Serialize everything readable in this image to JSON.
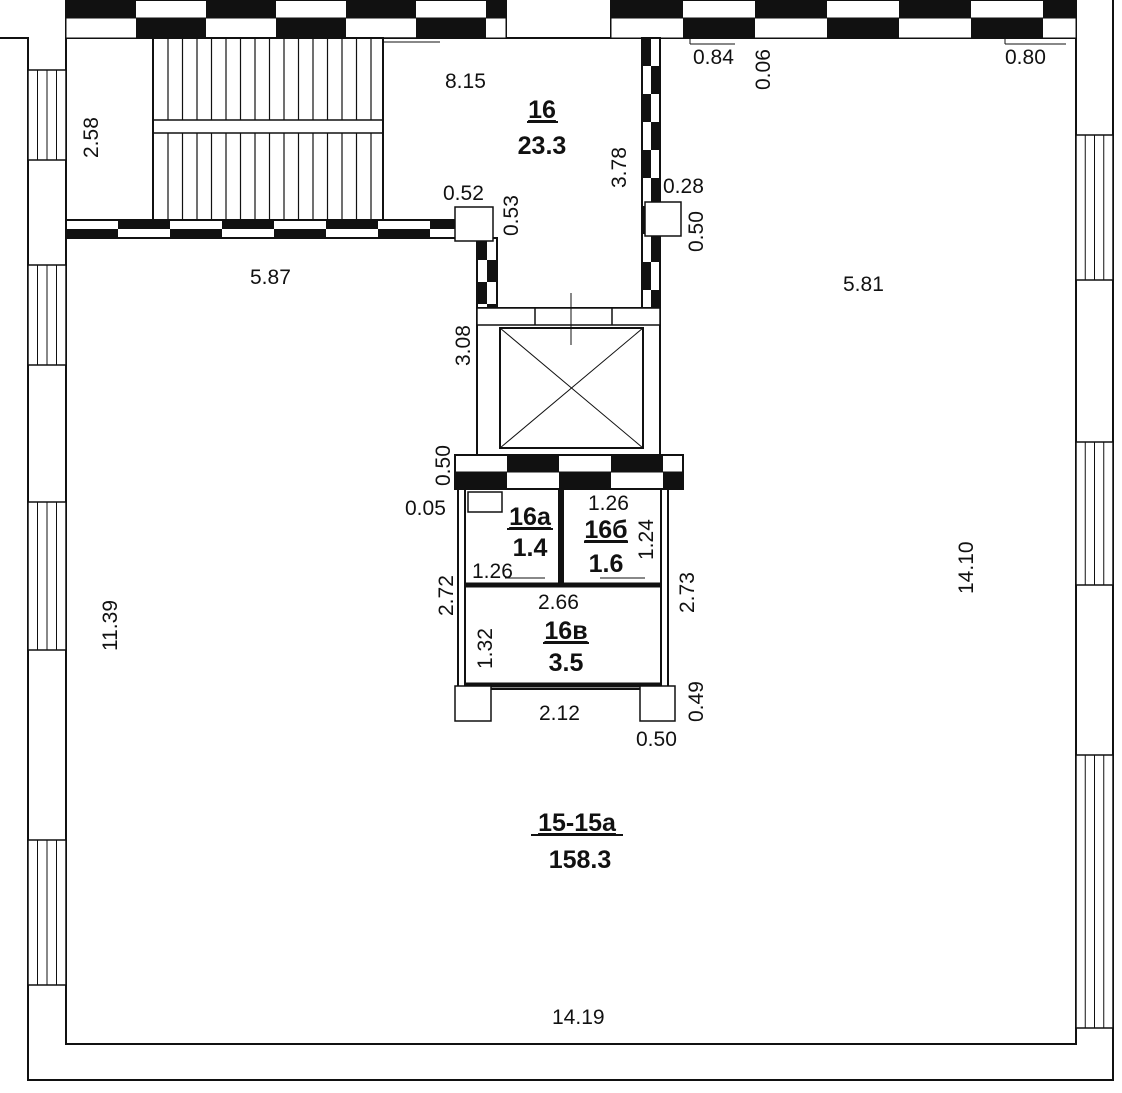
{
  "rooms": [
    {
      "id": "16",
      "area": "23.3"
    },
    {
      "id": "16а",
      "area": "1.4"
    },
    {
      "id": "16б",
      "area": "1.6"
    },
    {
      "id": "16в",
      "area": "3.5"
    },
    {
      "id": "15-15а",
      "area": "158.3"
    }
  ],
  "dims": {
    "d_0_84": "0.84",
    "d_0_06": "0.06",
    "d_0_80": "0.80",
    "d_8_15": "8.15",
    "d_2_58": "2.58",
    "d_3_78": "3.78",
    "d_0_52": "0.52",
    "d_0_53": "0.53",
    "d_0_28": "0.28",
    "d_0_50_a": "0.50",
    "d_5_87": "5.87",
    "d_5_81": "5.81",
    "d_3_08": "3.08",
    "d_0_50_b": "0.50",
    "d_0_05": "0.05",
    "d_1_26_a": "1.26",
    "d_1_24": "1.24",
    "d_1_26_b": "1.26",
    "d_2_72": "2.72",
    "d_2_66": "2.66",
    "d_2_73": "2.73",
    "d_1_32": "1.32",
    "d_0_49": "0.49",
    "d_2_12": "2.12",
    "d_0_50_c": "0.50",
    "d_11_39": "11.39",
    "d_14_10": "14.10",
    "d_14_19": "14.19"
  }
}
